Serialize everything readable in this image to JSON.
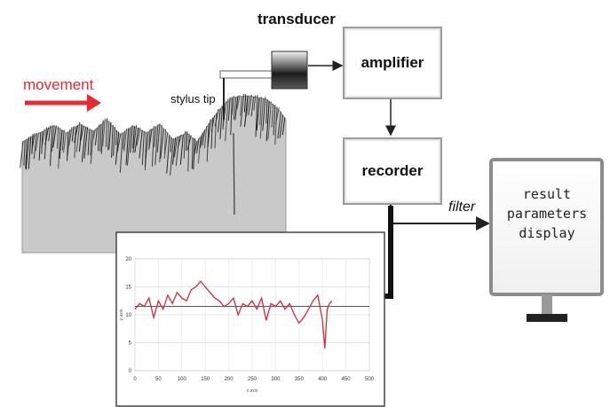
{
  "labels": {
    "movement": "movement",
    "stylus_tip": "stylus tip",
    "transducer": "transducer",
    "amplifier": "amplifier",
    "recorder": "recorder",
    "filter": "filter"
  },
  "monitor": {
    "lines": [
      "result",
      "parameters",
      "display"
    ]
  },
  "colors": {
    "movement_arrow": "#e8292f",
    "trace": "#d42a3a",
    "surface_fill": "#c9c9c9"
  },
  "chart_data": {
    "type": "line",
    "title": "",
    "xlabel": "x axis",
    "ylabel": "y axis",
    "xlim": [
      0,
      500
    ],
    "ylim": [
      0,
      20
    ],
    "x_ticks": [
      "0",
      "50",
      "100",
      "150",
      "200",
      "250",
      "300",
      "350",
      "400",
      "450",
      "500"
    ],
    "y_ticks": [
      "0",
      "5",
      "10",
      "15",
      "20"
    ],
    "grid": true,
    "reference_line": 11.5,
    "series": [
      {
        "x": [
          0,
          10,
          20,
          30,
          40,
          50,
          60,
          70,
          80,
          90,
          100,
          110,
          120,
          130,
          140,
          150,
          160,
          170,
          180,
          190,
          200,
          210,
          220,
          230,
          240,
          250,
          260,
          270,
          280,
          290,
          300,
          310,
          320,
          330,
          340,
          350,
          360,
          370,
          380,
          390,
          400,
          405,
          410,
          415,
          420
        ],
        "y": [
          11,
          12,
          11.5,
          13,
          9.5,
          12.5,
          11,
          13.5,
          12,
          14,
          13,
          12.5,
          14.5,
          15,
          16,
          15,
          14,
          13,
          12.5,
          11.5,
          12,
          13,
          10,
          12,
          11.5,
          12.5,
          11,
          13,
          9,
          12,
          11.5,
          12.5,
          11,
          12,
          10,
          8.5,
          9.5,
          11,
          12.5,
          13.5,
          9,
          4,
          11,
          12,
          12.5
        ]
      }
    ]
  }
}
